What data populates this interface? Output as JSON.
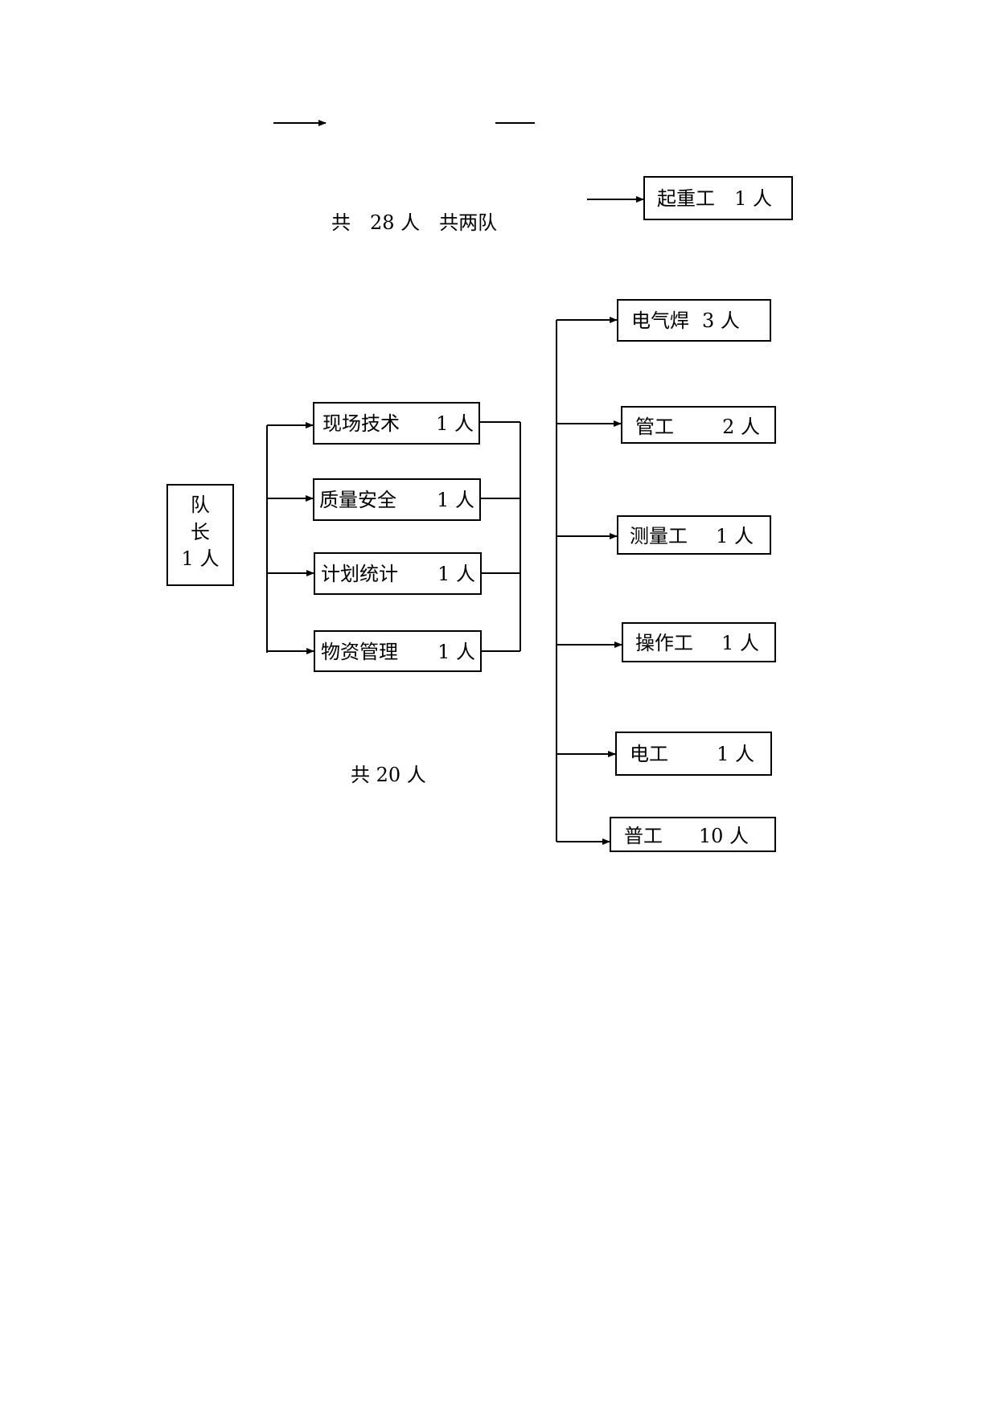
{
  "summary": {
    "total_text": "共　28 人　共两队",
    "team_total_text": "共 20 人"
  },
  "leader": {
    "line1": "队",
    "line2": "长",
    "line3": "1 人"
  },
  "staff": [
    {
      "name": "现场技术",
      "count": "1 人"
    },
    {
      "name": "质量安全",
      "count": "1 人"
    },
    {
      "name": "计划统计",
      "count": "1 人"
    },
    {
      "name": "物资管理",
      "count": "1 人"
    }
  ],
  "workers": {
    "crane": {
      "name": "起重工",
      "count": "1 人"
    },
    "welder": {
      "name": "电气焊",
      "count": "3 人"
    },
    "pipe": {
      "name": "管工",
      "count": "2 人"
    },
    "survey": {
      "name": "测量工",
      "count": "1 人"
    },
    "operator": {
      "name": "操作工",
      "count": "1 人"
    },
    "electrician": {
      "name": "电工",
      "count": "1 人"
    },
    "laborer": {
      "name": "普工",
      "count": "10 人"
    }
  },
  "colors": {
    "line": "#000000",
    "background": "#ffffff"
  }
}
